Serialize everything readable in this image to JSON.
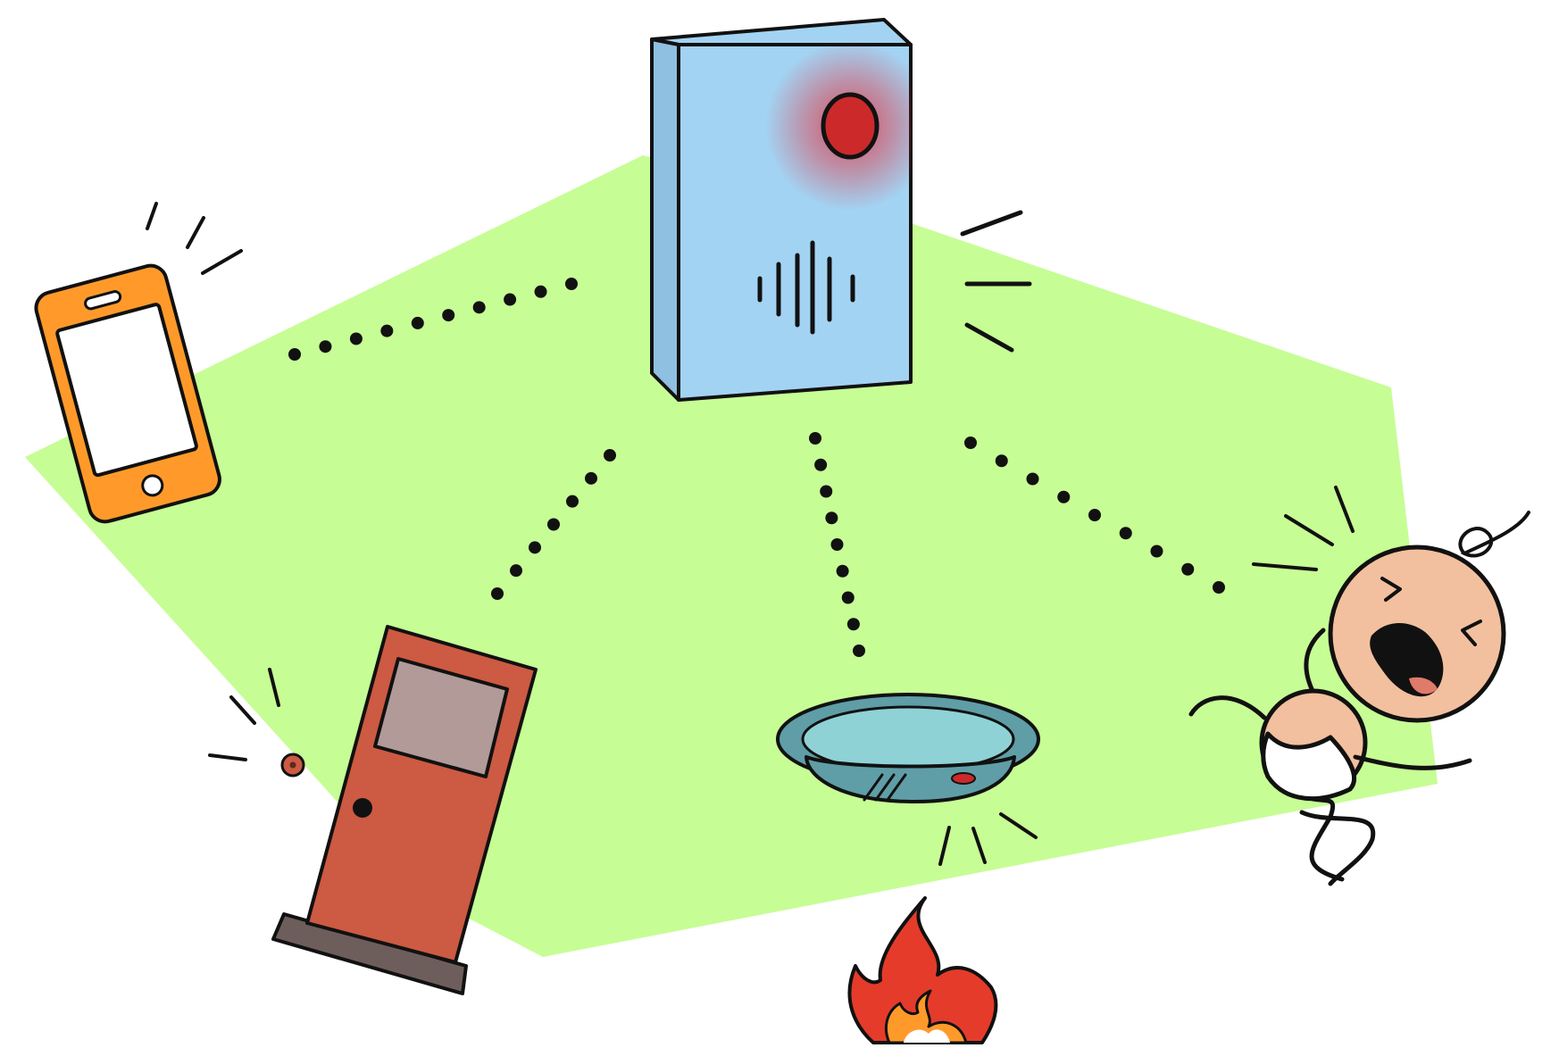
{
  "colors": {
    "zone": "#c7fd95",
    "hub": "#a3d3f3",
    "hub_side": "#8fc0e2",
    "hub_light": "#cc2a2a",
    "phone": "#ff9a2a",
    "door": "#cd5a42",
    "door_window": "#b19a97",
    "door_mat": "#6e5e5b",
    "smoke_detector": "#5f9ea6",
    "smoke_detector_ring": "#8fd2d6",
    "fire": "#e53b2a",
    "fire_inner": "#ff9a2a",
    "baby_skin": "#f2c09f",
    "outline": "#111111"
  },
  "icons": [
    "alarm-hub-icon",
    "smartphone-icon",
    "doorbell-icon",
    "door-icon",
    "smoke-detector-icon",
    "fire-icon",
    "crying-baby-icon"
  ],
  "connections": [
    {
      "from": "alarm-hub",
      "to": "smartphone"
    },
    {
      "from": "alarm-hub",
      "to": "door"
    },
    {
      "from": "alarm-hub",
      "to": "smoke-detector"
    },
    {
      "from": "alarm-hub",
      "to": "crying-baby"
    }
  ]
}
